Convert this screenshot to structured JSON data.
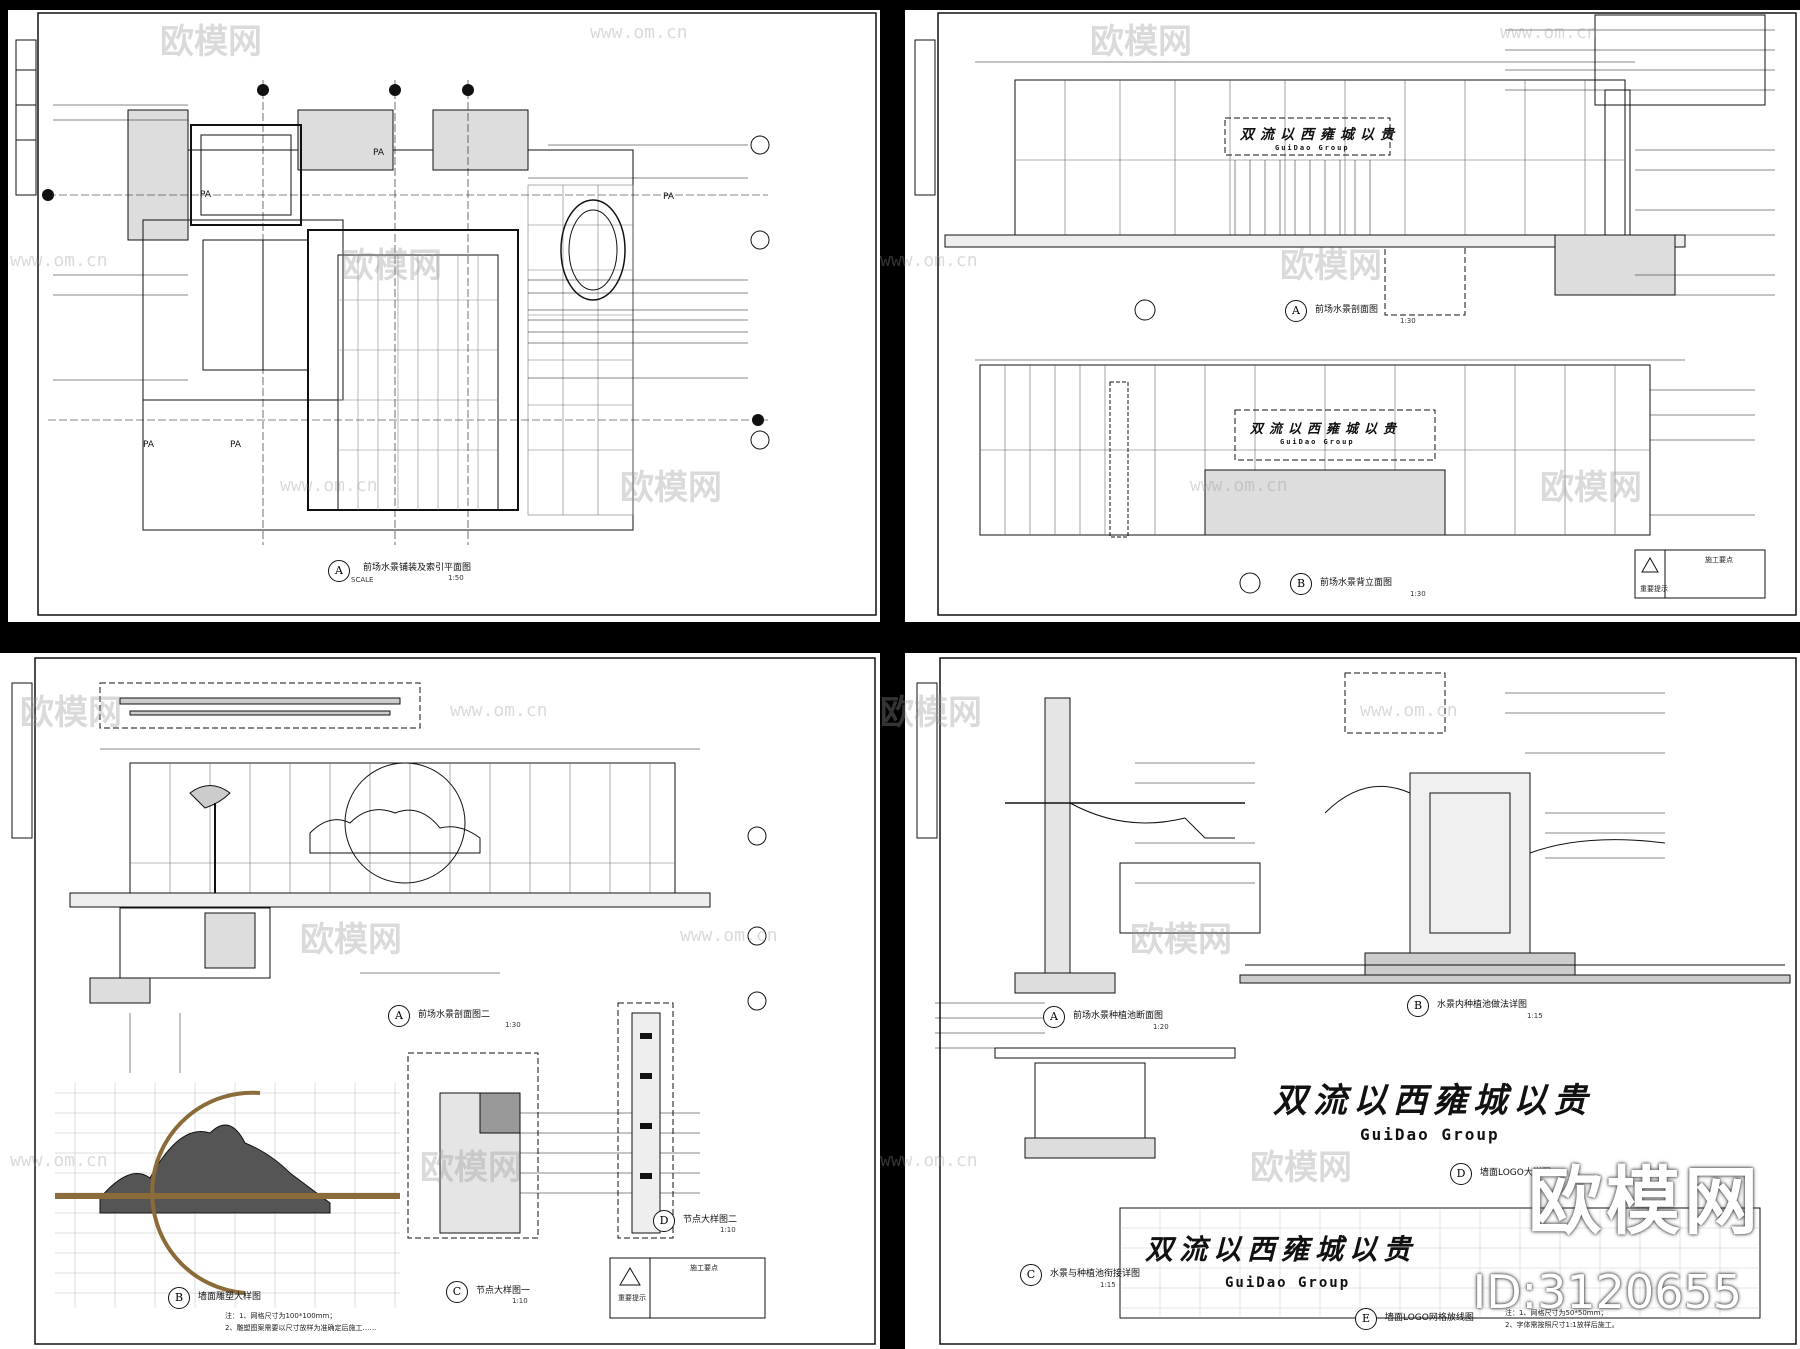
{
  "watermark": {
    "brand": "欧模网",
    "url": "www.om.cn",
    "id": "ID:3120655"
  },
  "sheet1": {
    "label": "A",
    "title": "前场水景铺装及索引平面图",
    "scale": "1:50",
    "scale_word": "SCALE",
    "zones": [
      "PA",
      "PA",
      "PA",
      "PA",
      "PA"
    ]
  },
  "sheet2": {
    "logo_cn": "双流以西雍城以贵",
    "logo_en": "GuiDao Group",
    "view_a": {
      "label": "A",
      "title": "前场水景剖面图",
      "scale": "1:30"
    },
    "view_b": {
      "label": "B",
      "title": "前场水景背立面图",
      "scale": "1:30"
    },
    "legend_title": "施工要点",
    "legend_note": "重要提示"
  },
  "sheet3": {
    "view_a": {
      "label": "A",
      "title": "前场水景剖面图二",
      "scale": "1:30"
    },
    "view_b": {
      "label": "B",
      "title": "墙面雕塑大样图",
      "scale": "",
      "note1": "注：1、网格尺寸为100*100mm；",
      "note2": "2、雕塑图案需要以尺寸放样为准确定后施工……"
    },
    "view_c": {
      "label": "C",
      "title": "节点大样图一",
      "scale": "1:10"
    },
    "view_d": {
      "label": "D",
      "title": "节点大样图二",
      "scale": "1:10"
    },
    "legend_title": "施工要点",
    "legend_note": "重要提示"
  },
  "sheet4": {
    "view_a": {
      "label": "A",
      "title": "前场水景种植池断面图",
      "scale": "1:20"
    },
    "view_b": {
      "label": "B",
      "title": "水景内种植池做法详图",
      "scale": "1:15"
    },
    "view_c": {
      "label": "C",
      "title": "水景与种植池衔接详图",
      "scale": "1:15"
    },
    "view_d": {
      "label": "D",
      "title": "墙面LOGO大样图",
      "scale": ""
    },
    "view_e": {
      "label": "E",
      "title": "墙面LOGO网格放线图",
      "scale": ""
    },
    "logo_cn": "双流以西雍城以贵",
    "logo_en": "GuiDao Group",
    "note1": "注：1、网格尺寸为50*50mm；",
    "note2": "2、字体需按照尺寸1:1放样后施工。"
  }
}
